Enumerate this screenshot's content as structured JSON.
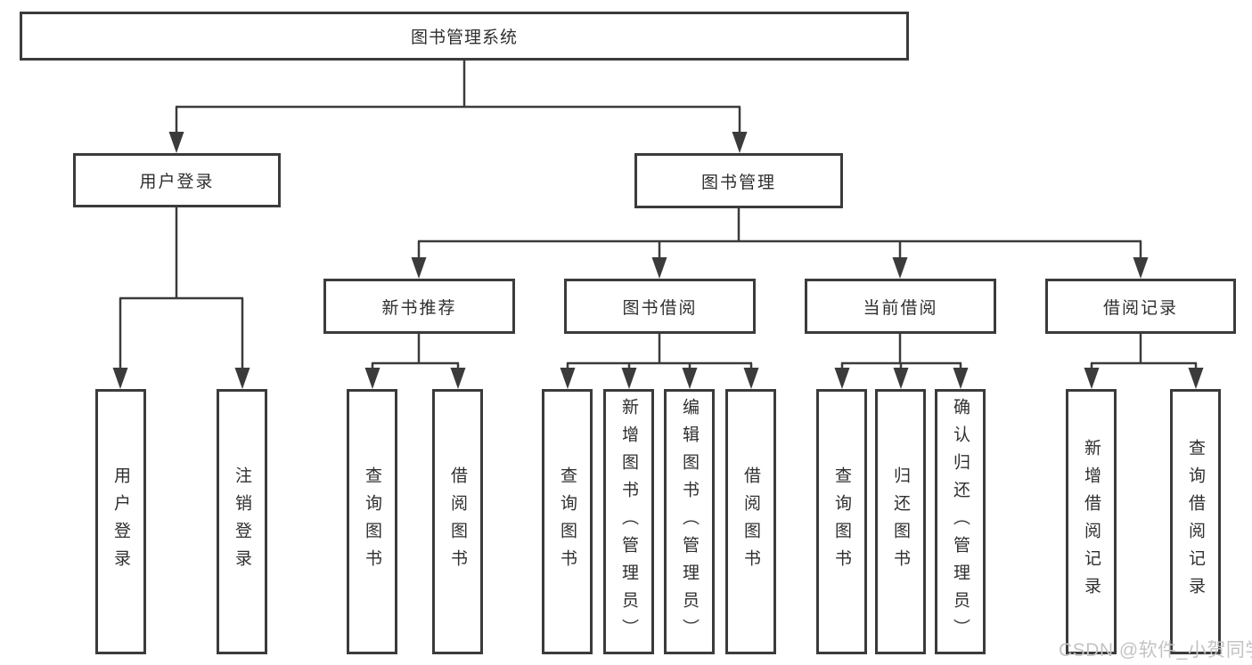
{
  "diagram": {
    "root": {
      "label": "图书管理系统",
      "children": [
        {
          "label": "用户登录",
          "children": [
            {
              "label": "用户登录"
            },
            {
              "label": "注销登录"
            }
          ]
        },
        {
          "label": "图书管理",
          "children": [
            {
              "label": "新书推荐",
              "children": [
                {
                  "label": "查询图书"
                },
                {
                  "label": "借阅图书"
                }
              ]
            },
            {
              "label": "图书借阅",
              "children": [
                {
                  "label": "查询图书"
                },
                {
                  "label": "新增图书（管理员）"
                },
                {
                  "label": "编辑图书（管理员）"
                },
                {
                  "label": "借阅图书"
                }
              ]
            },
            {
              "label": "当前借阅",
              "children": [
                {
                  "label": "查询图书"
                },
                {
                  "label": "归还图书"
                },
                {
                  "label": "确认归还（管理员）"
                }
              ]
            },
            {
              "label": "借阅记录",
              "children": [
                {
                  "label": "新增借阅记录"
                },
                {
                  "label": "查询借阅记录"
                }
              ]
            }
          ]
        }
      ]
    },
    "watermark": "CSDN @软件_小贺同学",
    "colors": {
      "line": "#3b3b3b",
      "box_border": "#3b3b3b",
      "text": "#2f2f2f",
      "watermark": "#c3c3c3",
      "background": "#ffffff"
    }
  }
}
